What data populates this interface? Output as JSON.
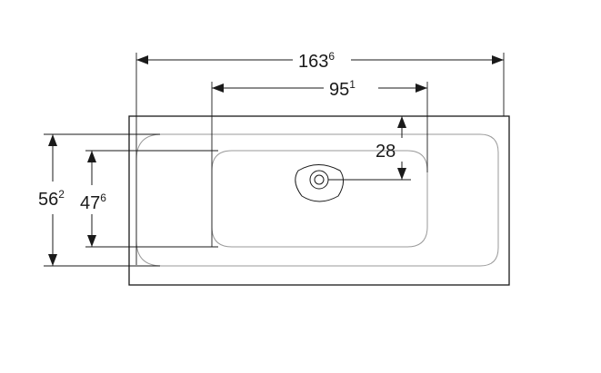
{
  "dimensions": {
    "total_width": {
      "main": "163",
      "sup": "6"
    },
    "basin_width": {
      "main": "95",
      "sup": "1"
    },
    "tap_offset": {
      "main": "28",
      "sup": ""
    },
    "total_depth": {
      "main": "56",
      "sup": "2"
    },
    "inner_depth": {
      "main": "47",
      "sup": "6"
    }
  }
}
